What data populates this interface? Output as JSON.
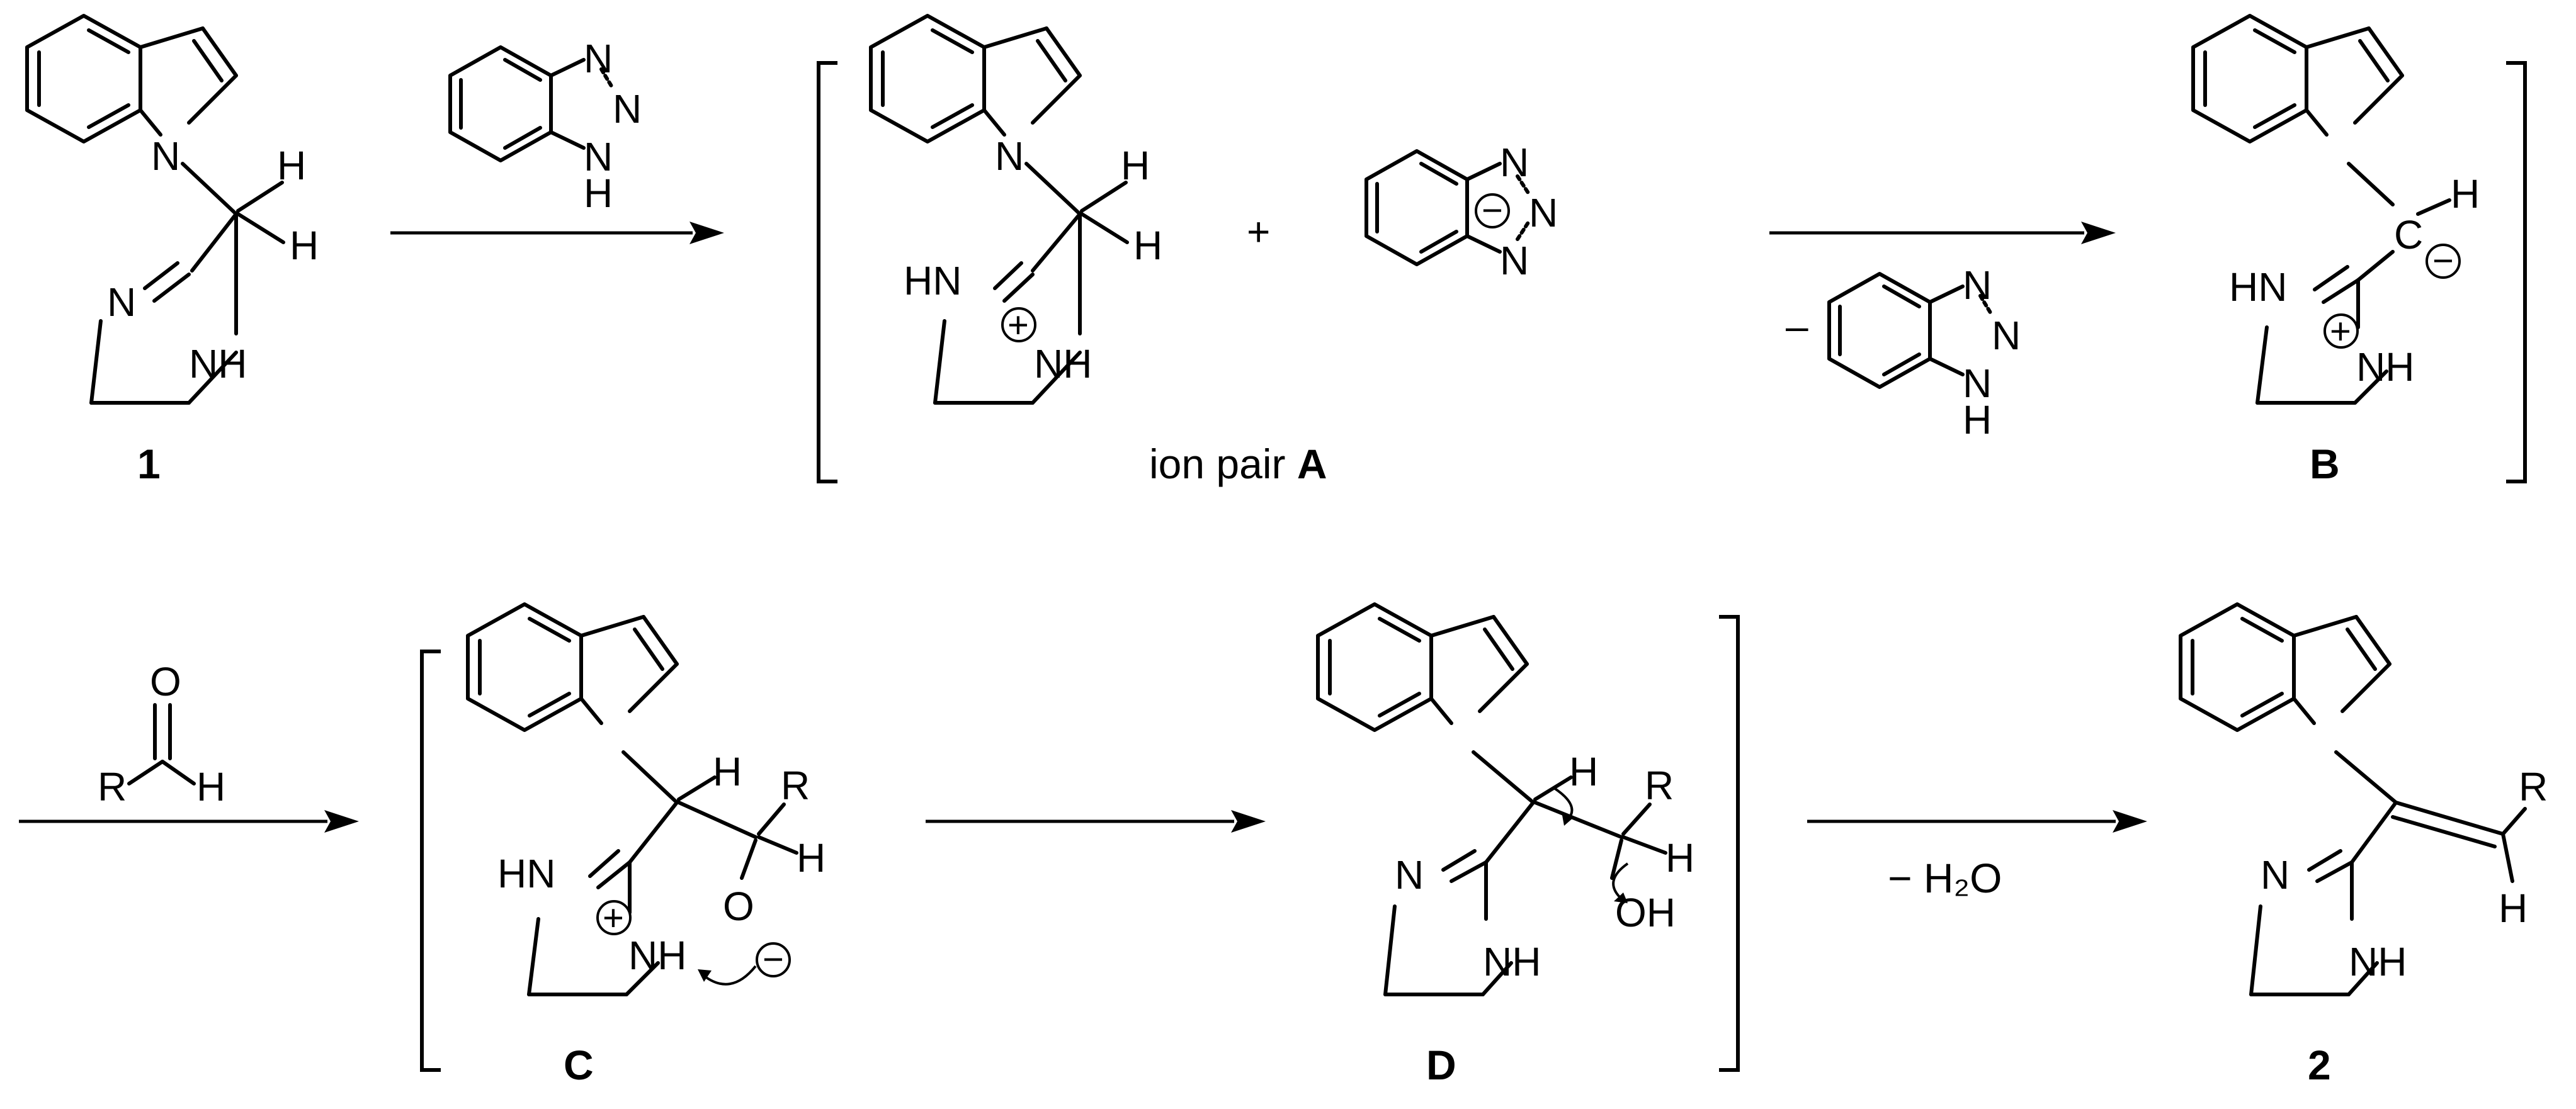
{
  "atoms": {
    "N": "N",
    "NH": "NH",
    "HN": "HN",
    "H": "H",
    "O": "O",
    "OH": "OH",
    "R": "R",
    "plus": "+",
    "minus": "−"
  },
  "reagents": {
    "reaction_plus": "+",
    "minus_sign": "–",
    "water_loss": "− H₂O"
  },
  "labels": {
    "compound_1": "1",
    "ion_pair_text": "ion pair ",
    "ion_pair_letter": "A",
    "intermediate_B": "B",
    "intermediate_C": "C",
    "intermediate_D": "D",
    "product_2": "2"
  }
}
